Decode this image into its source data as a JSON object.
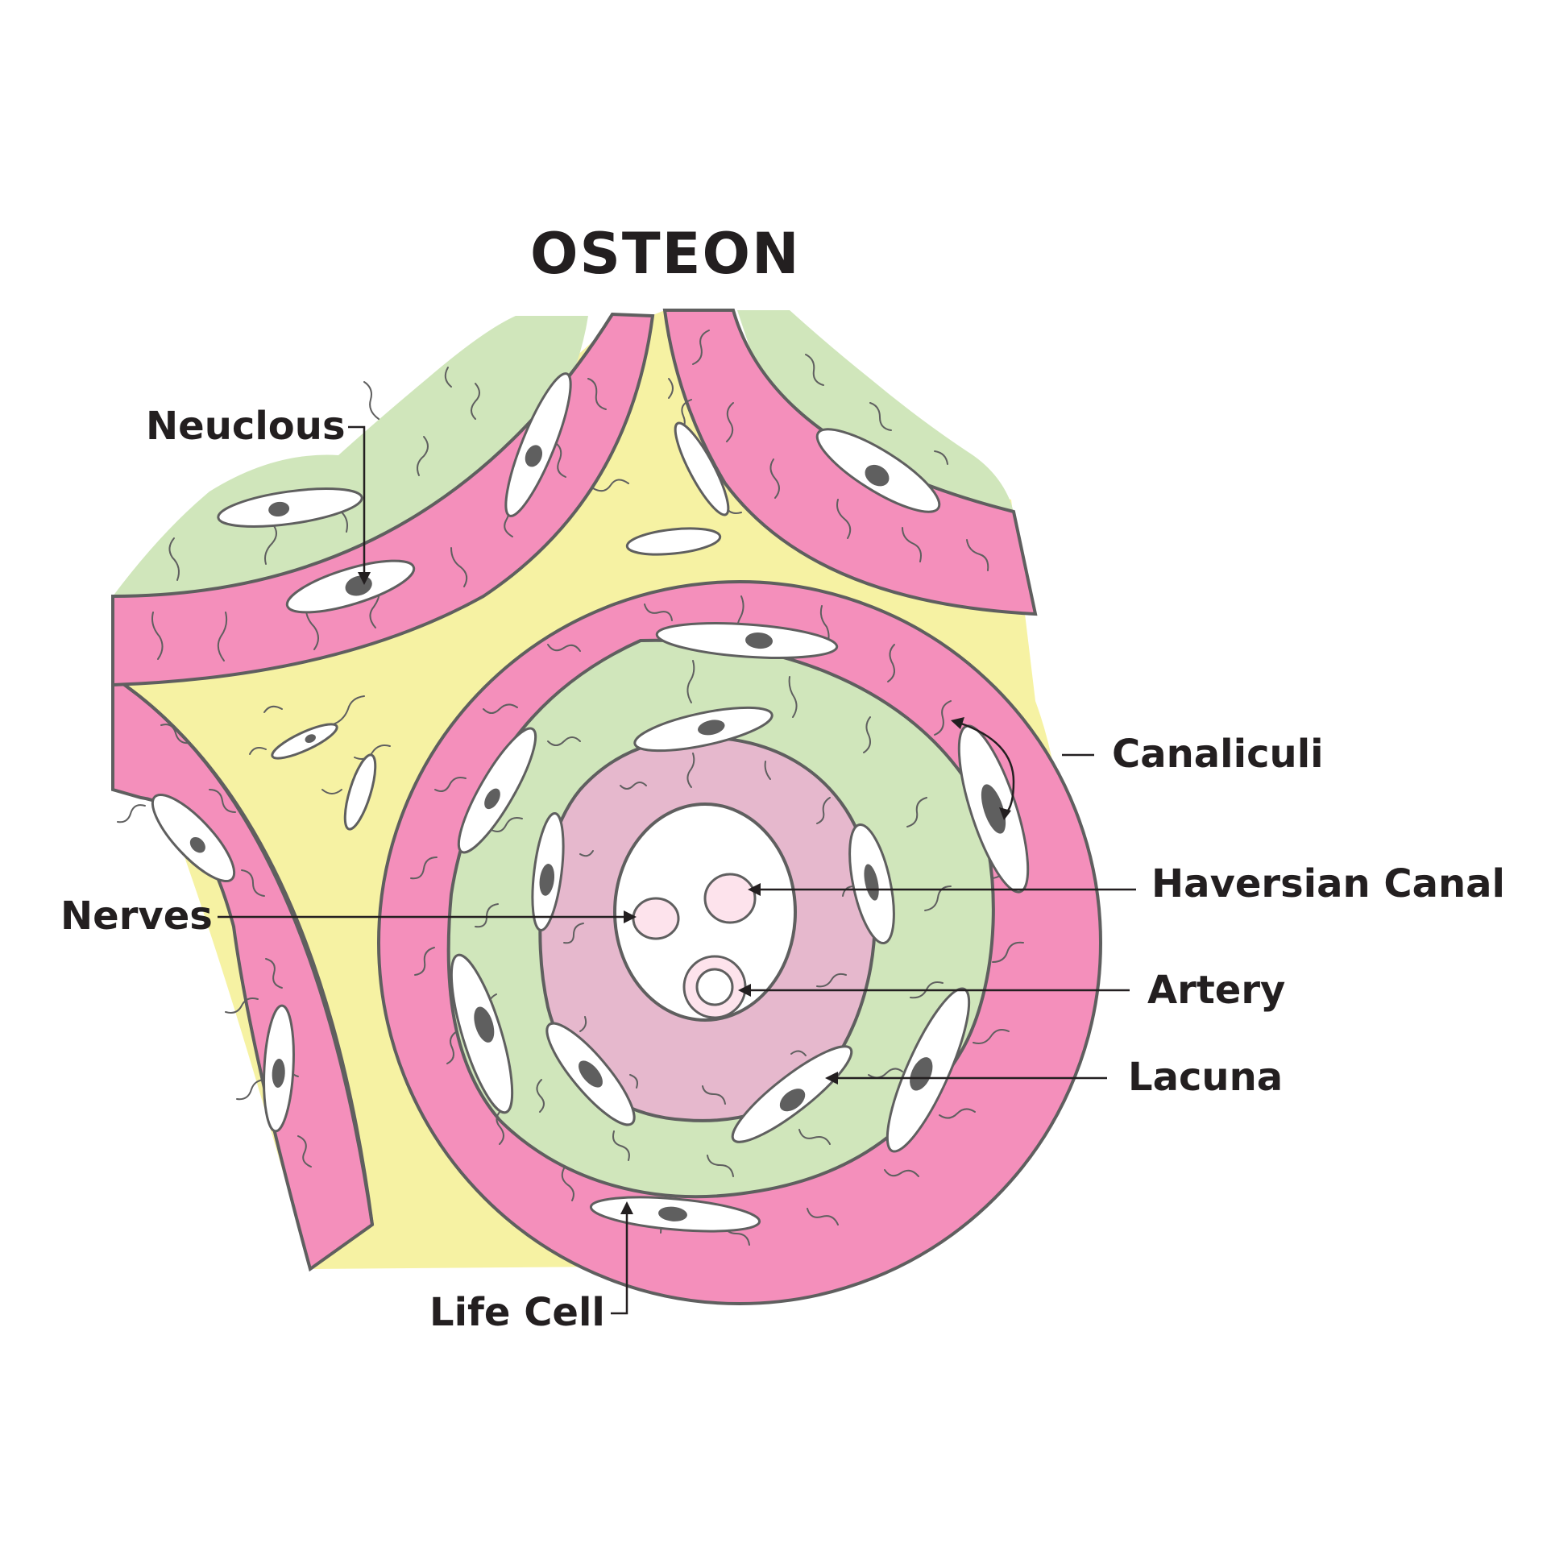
{
  "diagram": {
    "title": "OSTEON",
    "labels": {
      "neuclous": "Neuclous",
      "canaliculi": "Canaliculi",
      "haversian_canal": "Haversian Canal",
      "nerves": "Nerves",
      "artery": "Artery",
      "lacuna": "Lacuna",
      "life_cell": "Life Cell"
    },
    "colors": {
      "lamella_pink": "#f48fbb",
      "interstitial_green": "#d0e6bb",
      "interstitial_yellow": "#f6f2a3",
      "inner_lamella": "#e6b8cd",
      "canal": "#ffffff",
      "vessel": "#fde3ec",
      "outline": "#5f5f5f",
      "nucleus": "#5f5f5f",
      "text": "#231f20"
    }
  }
}
